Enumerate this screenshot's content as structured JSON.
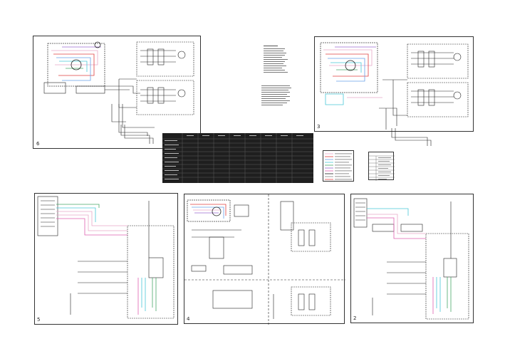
{
  "panels": [
    {
      "id": "p6",
      "number": "6"
    },
    {
      "id": "p3",
      "number": "3"
    },
    {
      "id": "p5",
      "number": "5"
    },
    {
      "id": "p4",
      "number": "4"
    },
    {
      "id": "p2",
      "number": "2"
    }
  ],
  "colors": {
    "pink": "#e8a7c8",
    "red": "#e04040",
    "blue": "#6aa0e8",
    "cyan": "#4ac8d8",
    "green": "#4aa86a",
    "purple": "#9a6ad0",
    "magenta": "#e060b0",
    "black": "#222222",
    "grey": "#888888"
  }
}
